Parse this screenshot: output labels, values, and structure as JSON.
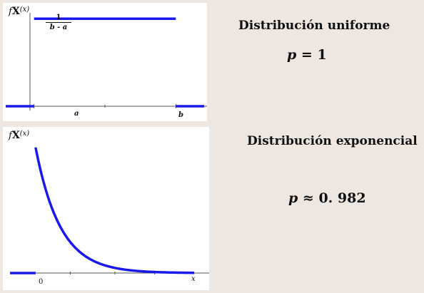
{
  "chart_data": [
    {
      "type": "line",
      "ylabel_f": "f",
      "ylabel_sub": "X",
      "ylabel_arg": "(x)",
      "density_label_num": "1",
      "density_label_den": "b - a",
      "tick_labels": [
        "a",
        "b"
      ],
      "series": [
        {
          "segments": [
            {
              "x": [
                -0.2,
                0.0
              ],
              "y": [
                0,
                0
              ]
            },
            {
              "x": [
                0.0,
                1.0
              ],
              "y": [
                1,
                1
              ]
            },
            {
              "x": [
                1.0,
                1.2
              ],
              "y": [
                0,
                0
              ]
            }
          ]
        }
      ],
      "xlim": [
        -0.22,
        1.22
      ],
      "ylim": [
        0,
        1.1
      ],
      "color": "#1a1aee"
    },
    {
      "type": "line",
      "ylabel_f": "f",
      "ylabel_sub": "X",
      "ylabel_arg": "(x)",
      "tick_labels": [
        "0",
        "x"
      ],
      "rate": 4,
      "x": [
        0,
        1.6
      ],
      "xlim": [
        -0.33,
        1.75
      ],
      "ylim": [
        0,
        1.05
      ],
      "color": "#1a1aee"
    }
  ],
  "text": {
    "uniform_title": "Distribución uniforme",
    "uniform_p_var": "p",
    "uniform_p_rel": " = ",
    "uniform_p_val": "1",
    "exp_title": "Distribución exponencial",
    "exp_p_var": "p",
    "exp_p_rel": " ≈ ",
    "exp_p_val": "0. 982"
  }
}
